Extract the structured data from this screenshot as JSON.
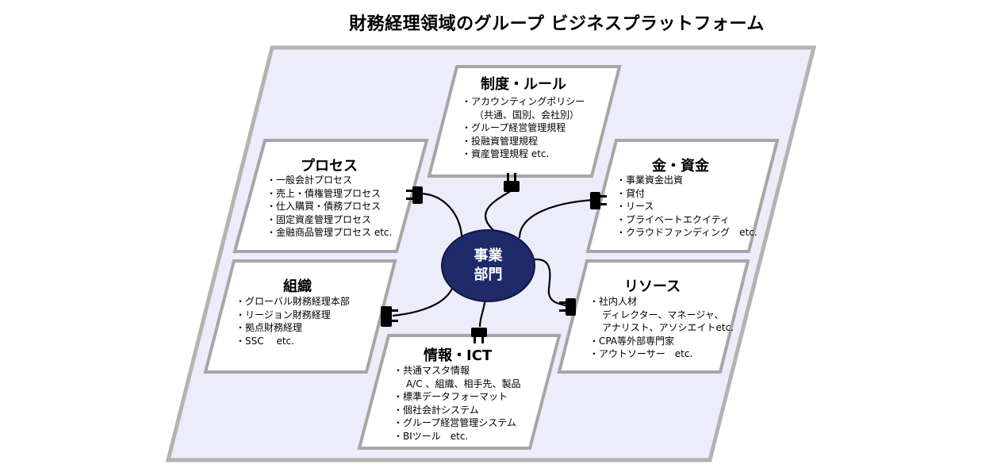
{
  "title": "財務経理領域のグループ ビジネスプラットフォーム",
  "hub": {
    "line1": "事業",
    "line2": "部門"
  },
  "cards": {
    "rules": {
      "heading": "制度・ルール",
      "items": [
        "アカウンティングポリシー",
        "（共通、国別、会社別）",
        "グループ経営管理規程",
        "投融資管理規程",
        "資産管理規程 etc."
      ]
    },
    "process": {
      "heading": "プロセス",
      "items": [
        "一般会計プロセス",
        "売上・債権管理プロセス",
        "仕入購買・債務プロセス",
        "固定資産管理プロセス",
        "金融商品管理プロセス etc."
      ]
    },
    "money": {
      "heading": "金・資金",
      "items": [
        "事業資金出資",
        "貸付",
        "リース",
        "プライベートエクイティ",
        "クラウドファンディング　etc."
      ]
    },
    "org": {
      "heading": "組織",
      "items": [
        "グローバル財務経理本部",
        "リージョン財務経理",
        "拠点財務経理",
        "SSC　 etc."
      ]
    },
    "resource": {
      "heading": "リソース",
      "items": [
        "社内人材",
        "ディレクター、マネージャ、",
        "アナリスト、アソシエイトetc.",
        "CPA等外部専門家",
        "アウトソーサー　etc."
      ]
    },
    "ict": {
      "heading": "情報・ICT",
      "items": [
        "共通マスタ情報",
        "A/C 、組織、相手先、製品",
        "標準データフォーマット",
        "個社会計システム",
        "グループ経営管理システム",
        "BIツール　etc."
      ]
    }
  },
  "colors": {
    "platform_fill": "#ececfa",
    "card_border": "#a6a6a6",
    "hub_fill": "#1f2a6b",
    "plug": "#000000"
  }
}
